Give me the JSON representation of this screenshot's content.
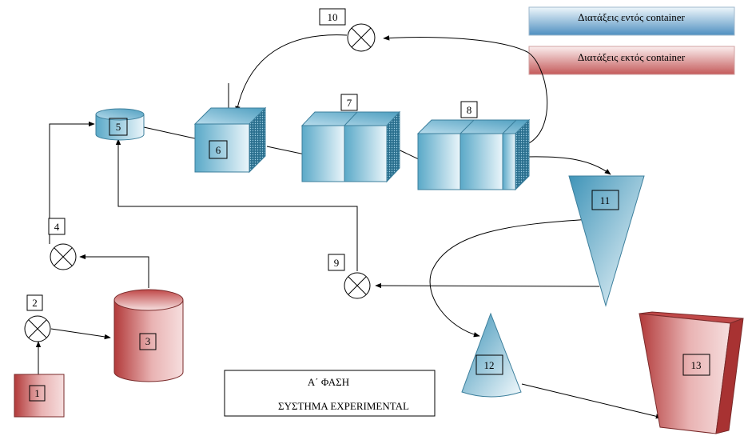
{
  "legend": {
    "inside_label": "Διατάξεις εντός container",
    "outside_label": "Διατάξεις εκτός container"
  },
  "title_box": {
    "line1": "Α΄ ΦΑΣΗ",
    "line2": "ΣΥΣΤΗΜΑ EXPERIMENTAL"
  },
  "labels": {
    "n1": "1",
    "n2": "2",
    "n3": "3",
    "n4": "4",
    "n5": "5",
    "n6": "6",
    "n7": "7",
    "n8": "8",
    "n9": "9",
    "n10": "10",
    "n11": "11",
    "n12": "12",
    "n13": "13"
  },
  "colors": {
    "inside_light": "#eef6fb",
    "inside_dark": "#4f9fc0",
    "outside_light": "#f8e6e6",
    "outside_dark": "#b23a3a"
  }
}
